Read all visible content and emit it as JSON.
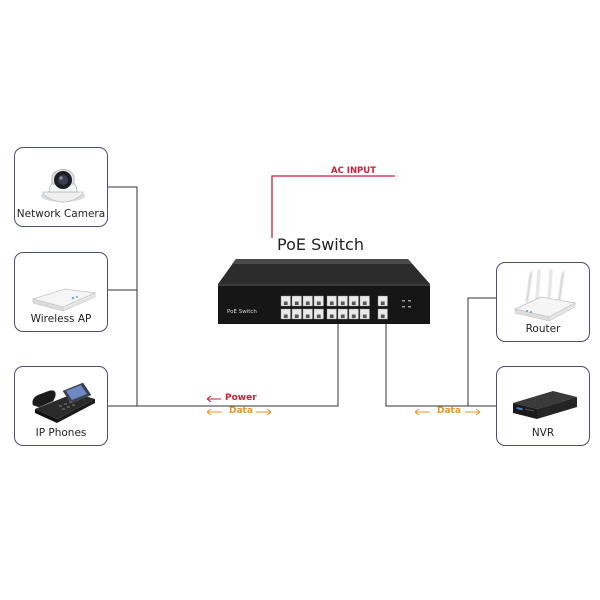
{
  "diagram": {
    "title": "PoE Switch",
    "ac_input": "AC INPUT",
    "switch_brand": "PoE Switch",
    "left_devices": [
      {
        "label": "Network Camera",
        "icon": "dome-camera-icon"
      },
      {
        "label": "Wireless AP",
        "icon": "access-point-icon"
      },
      {
        "label": "IP Phones",
        "icon": "ip-phone-icon"
      }
    ],
    "right_devices": [
      {
        "label": "Router",
        "icon": "router-icon"
      },
      {
        "label": "NVR",
        "icon": "nvr-icon"
      }
    ],
    "flows": {
      "power": "Power",
      "data_left": "Data",
      "data_right": "Data"
    },
    "colors": {
      "power": "#cc1f3a",
      "data": "#e8942a",
      "line": "#333333",
      "box_border": "#4a5068"
    }
  }
}
